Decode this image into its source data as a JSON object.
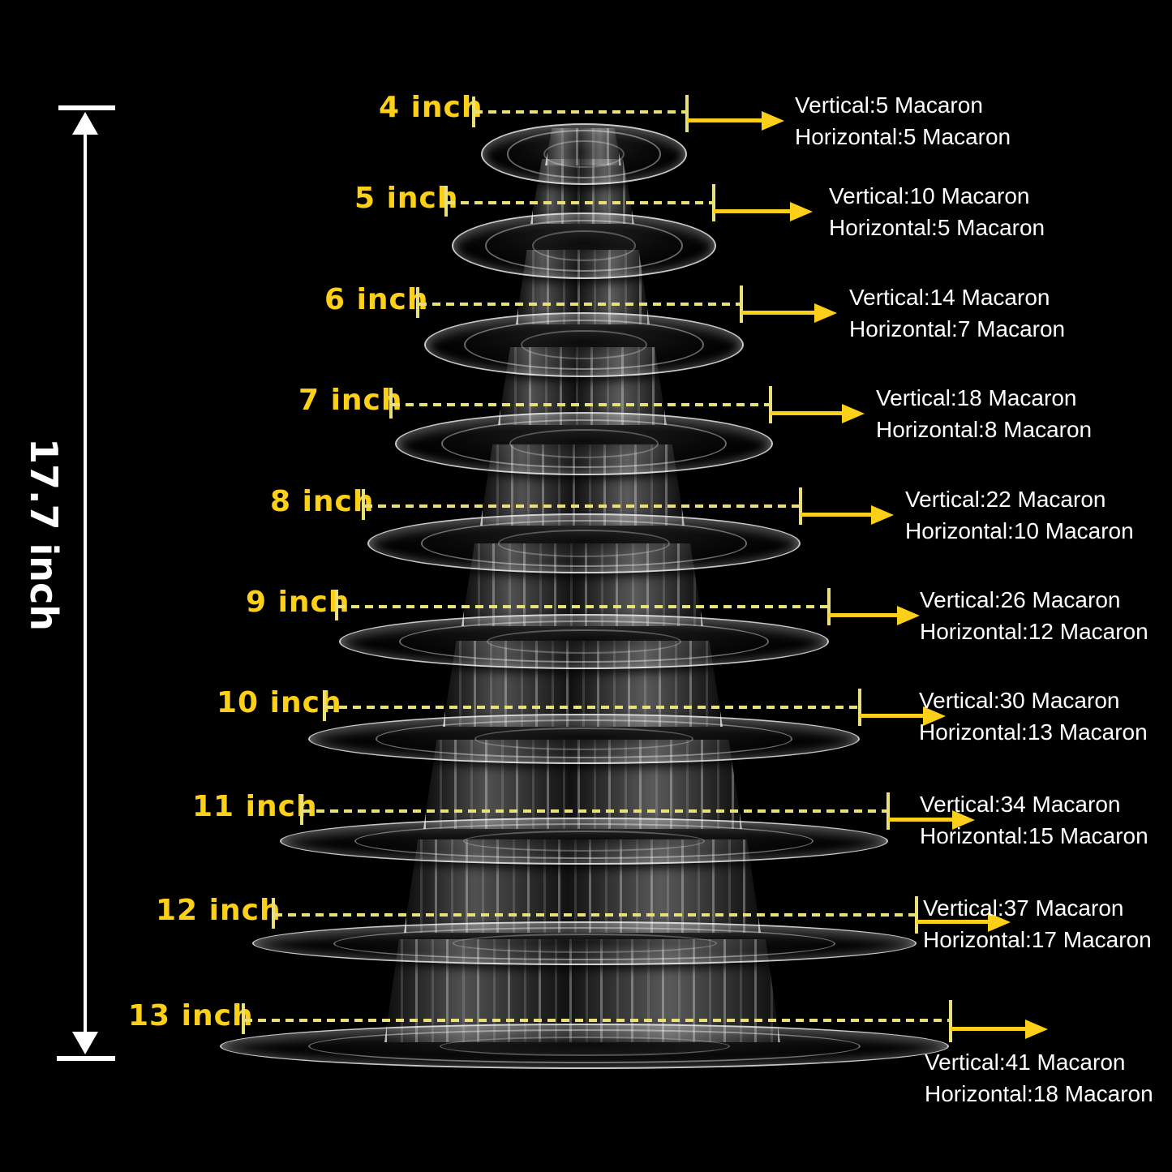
{
  "height_measure": {
    "label": "17.7 inch"
  },
  "tiers": [
    {
      "size": "4 inch",
      "vertical": "Vertical:5 Macaron",
      "horizontal": "Horizontal:5 Macaron"
    },
    {
      "size": "5 inch",
      "vertical": "Vertical:10 Macaron",
      "horizontal": "Horizontal:5 Macaron"
    },
    {
      "size": "6 inch",
      "vertical": "Vertical:14 Macaron",
      "horizontal": "Horizontal:7 Macaron"
    },
    {
      "size": "7 inch",
      "vertical": "Vertical:18 Macaron",
      "horizontal": "Horizontal:8 Macaron"
    },
    {
      "size": "8 inch",
      "vertical": "Vertical:22 Macaron",
      "horizontal": "Horizontal:10 Macaron"
    },
    {
      "size": "9 inch",
      "vertical": "Vertical:26 Macaron",
      "horizontal": "Horizontal:12 Macaron"
    },
    {
      "size": "10 inch",
      "vertical": "Vertical:30 Macaron",
      "horizontal": "Horizontal:13 Macaron"
    },
    {
      "size": "11 inch",
      "vertical": "Vertical:34 Macaron",
      "horizontal": "Horizontal:15 Macaron"
    },
    {
      "size": "12 inch",
      "vertical": "Vertical:37 Macaron",
      "horizontal": "Horizontal:17 Macaron"
    },
    {
      "size": "13 inch",
      "vertical": "Vertical:41 Macaron",
      "horizontal": "Horizontal:18 Macaron"
    }
  ],
  "colors": {
    "background": "#000000",
    "label_yellow": "#fcd018",
    "dash_yellow": "#e9e07a",
    "text_white": "#ffffff"
  }
}
